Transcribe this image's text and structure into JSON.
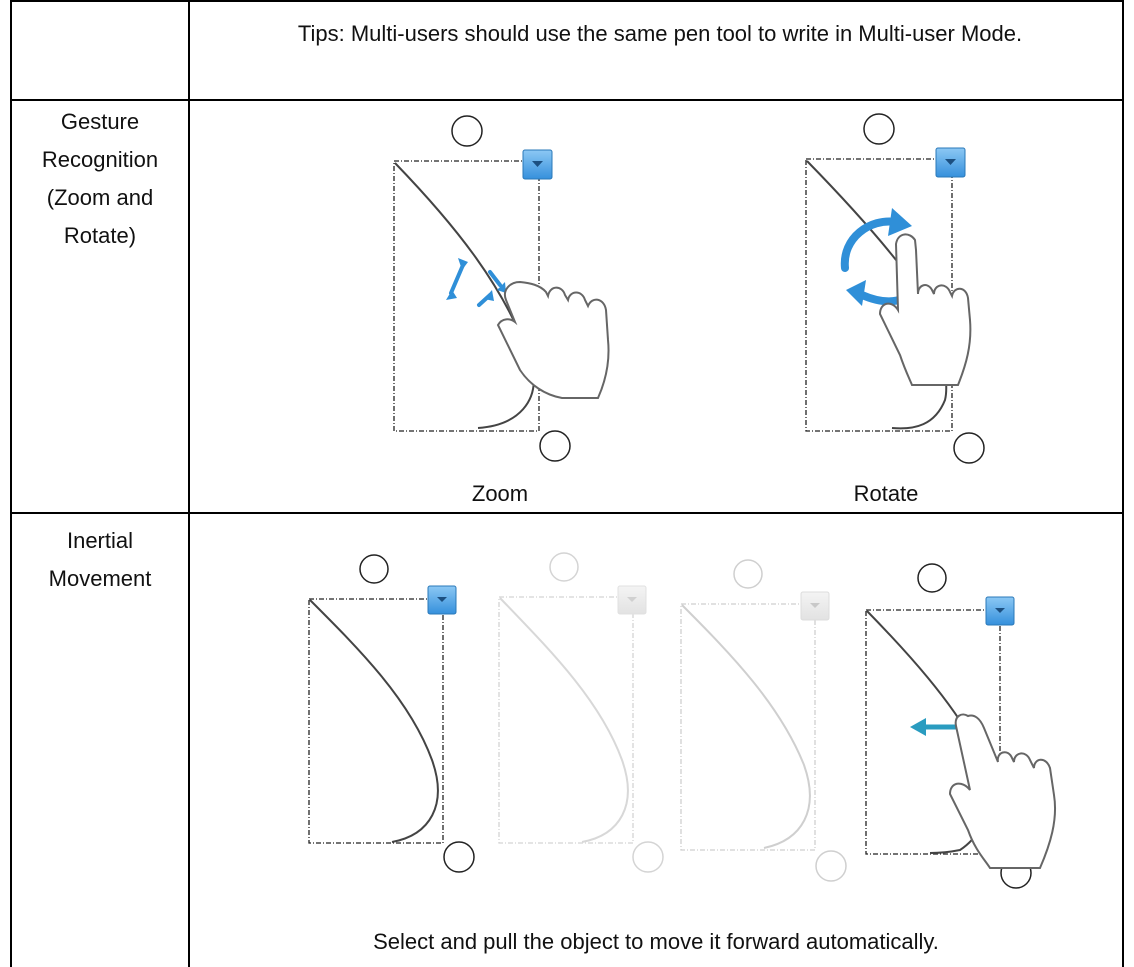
{
  "row_tips": {
    "text": "Tips: Multi-users should use the same pen tool to write in Multi-user Mode."
  },
  "row_gesture": {
    "label_lines": [
      "Gesture",
      "Recognition",
      "(Zoom and",
      "Rotate)"
    ],
    "captions": [
      "Zoom",
      "Rotate"
    ]
  },
  "row_inertial": {
    "label_lines": [
      "Inertial",
      "Movement"
    ],
    "caption": "Select and pull the object to move it forward automatically."
  },
  "colors": {
    "accent_blue": "#2f8fd8",
    "menu_button": "#4aa3e6",
    "arrow_teal": "#2a9cc0",
    "faded_gray": "#d8d8d8"
  }
}
